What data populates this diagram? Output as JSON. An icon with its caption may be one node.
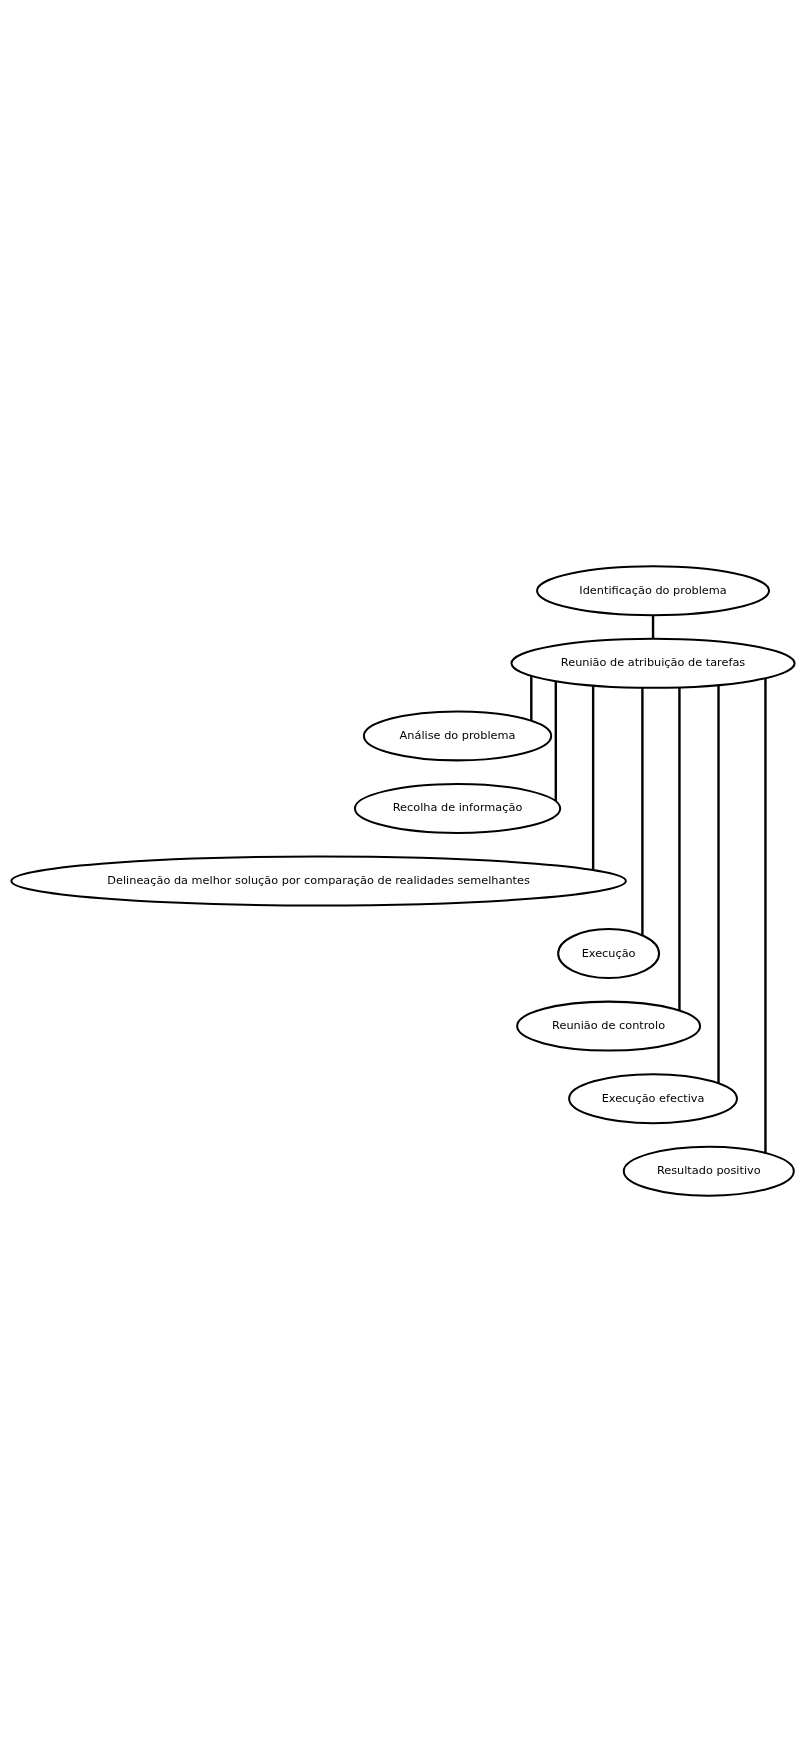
{
  "diagram": {
    "nodes": [
      {
        "text": [
          "Identificação do problema"
        ]
      },
      {
        "text": [
          "Reunião de atribuição de tarefas"
        ]
      },
      {
        "text": [
          "Análise do problema"
        ]
      },
      {
        "text": [
          "Recolha de informação"
        ]
      },
      {
        "text": [
          "Delineação da melhor solução por comparação de realidades semelhantes"
        ]
      },
      {
        "text": [
          "Execução"
        ]
      },
      {
        "text": [
          "Reunião de controlo"
        ]
      },
      {
        "text": [
          "Execução efectiva"
        ]
      },
      {
        "text": [
          "Resultado positivo"
        ]
      }
    ],
    "edges": [
      {
        "from": 0,
        "to": 1,
        "arrow": "none"
      },
      {
        "from": 1,
        "to": 2,
        "arrow": "none"
      },
      {
        "from": 1,
        "to": 3,
        "arrow": "none"
      },
      {
        "from": 1,
        "to": 4,
        "arrow": "none"
      },
      {
        "from": 1,
        "to": 5,
        "arrow": "none"
      },
      {
        "from": 1,
        "to": 6,
        "arrow": "none"
      },
      {
        "from": 1,
        "to": 7,
        "arrow": "none"
      },
      {
        "from": 1,
        "to": 8,
        "arrow": "none"
      }
    ]
  }
}
